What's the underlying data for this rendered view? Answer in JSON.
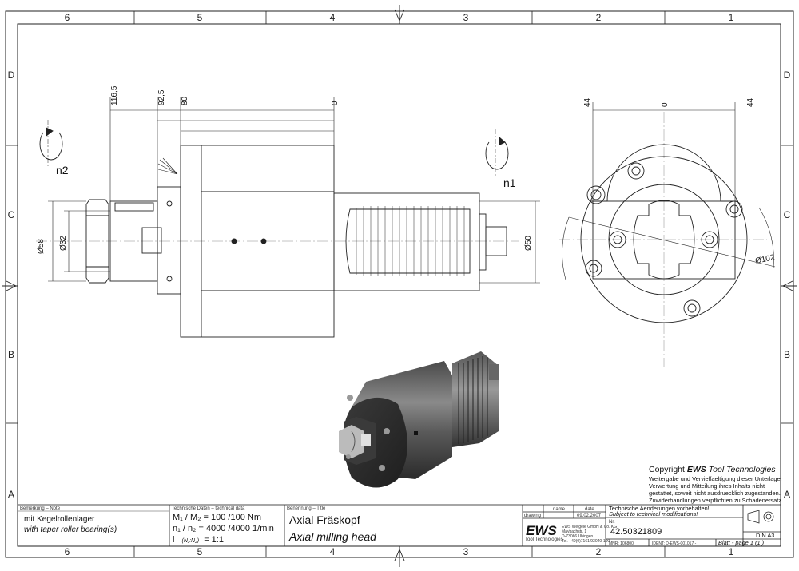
{
  "zones": {
    "columns": [
      "6",
      "5",
      "4",
      "3",
      "2",
      "1"
    ],
    "rows": [
      "D",
      "C",
      "B",
      "A"
    ]
  },
  "dimensions": {
    "d116_5": "116,5",
    "d92_5": "92,5",
    "d80": "80",
    "d0_side": "0",
    "d58": "Ø58",
    "d32": "Ø32",
    "d50": "Ø50",
    "d44_left": "44",
    "d0_front": "0",
    "d44_right": "44",
    "d102": "Ø102"
  },
  "rotation": {
    "n2": "n2",
    "n1": "n1"
  },
  "copyright": {
    "heading_prefix": "Copyright ",
    "heading_brand": "EWS",
    "heading_suffix": " Tool Technologies",
    "lines": [
      "Weitergabe und Vervielfaeltigung dieser Unterlage,",
      "Verwertung und Mitteilung ihres Inhalts nicht",
      "gestattet, soweit nicht ausdruecklich zugestanden.",
      "Zuwiderhandlungen verpflichten zu Schadenersatz."
    ]
  },
  "titleblock": {
    "remark_label": "Bemerkung – Note",
    "remark_de": "mit Kegelrollenlager",
    "remark_en": "with taper roller bearing(s)",
    "tech_label": "Technische Daten – technical data",
    "torque": "M₁ / M₂ = 100 /100 Nm",
    "speed": "n₁ / n₂ = 4000 /4000  1/min",
    "ratio_i": "i",
    "ratio_sub": "(N₁:N₂)",
    "ratio_val": "= 1:1",
    "name_label": "Benennung – Title",
    "title_de": "Axial Fräskopf",
    "title_en": "Axial milling head",
    "col_name": "name",
    "col_date": "date",
    "row_drawing": "drawing",
    "drawing_date": "09.02.2007",
    "ews_logo": "EWS",
    "ews_sub": "Tool Technologies",
    "ews_addr": [
      "EWS Weigele GmbH & Co. KG",
      "Maybachstr. 1",
      "D-73066 Uhingen",
      "Tel. +49(0)7161/93040-100"
    ],
    "change_de": "Technische Aenderungen vorbehalten!",
    "change_en": "Subject to technical modifications!",
    "nr_label": "Nr.",
    "part_number": "42.50321809",
    "mnr": "MNR: 106800",
    "ident": "IDENT: D-EWS-001017 -",
    "sheet": "Blatt - page  1 (1 )",
    "din": "DIN A3"
  }
}
